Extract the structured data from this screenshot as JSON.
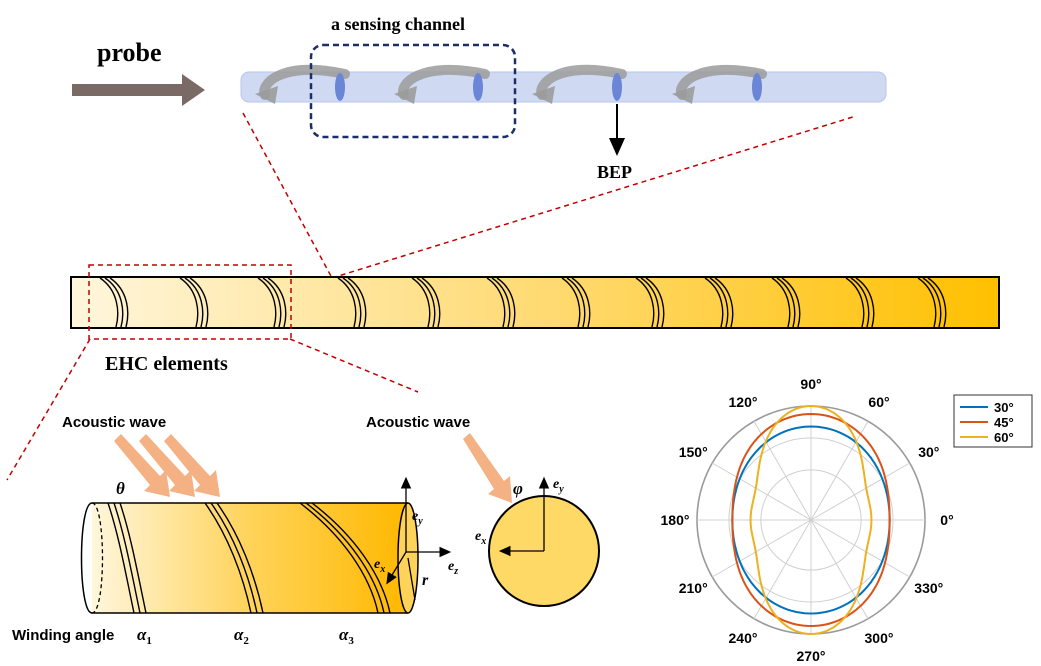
{
  "labels": {
    "probe": "probe",
    "sensing_channel": "a sensing channel",
    "bep": "BEP",
    "ehc_elements": "EHC elements",
    "acoustic_wave_left": "Acoustic wave",
    "acoustic_wave_right": "Acoustic wave",
    "theta": "θ",
    "phi": "φ",
    "winding_angle": "Winding angle",
    "alpha1": "α",
    "alpha1_sub": "1",
    "alpha2": "α",
    "alpha2_sub": "2",
    "alpha3": "α",
    "alpha3_sub": "3",
    "r": "r",
    "ey": "e",
    "ey_sub": "y",
    "ex": "e",
    "ex_sub": "x",
    "ez": "e",
    "ez_sub": "z",
    "ey2": "e",
    "ey2_sub": "y",
    "ex2": "e",
    "ex2_sub": "x"
  },
  "colors": {
    "probe_arrow": "#7a6a66",
    "fiber": "#cfd9f2",
    "bep": "#6b86d6",
    "channel_box": "#1b2f66",
    "red_dashed": "#c00000",
    "ehc_dark": "#ffc000",
    "ehc_light": "#fff4d6",
    "wave_arrow": "#f4b183",
    "circle_fill": "#ffd966"
  },
  "chart_data": {
    "type": "polar",
    "angle_ticks": [
      "0°",
      "30°",
      "60°",
      "90°",
      "120°",
      "150°",
      "180°",
      "210°",
      "240°",
      "270°",
      "300°",
      "330°"
    ],
    "legend_position": "top-right",
    "grid": true,
    "series": [
      {
        "name": "30°",
        "color": "#0072bd",
        "r_at_0": 0.69,
        "r_at_90": 0.82,
        "shape_power": 0
      },
      {
        "name": "45°",
        "color": "#d95319",
        "r_at_0": 0.69,
        "r_at_90": 0.93,
        "shape_power": 2
      },
      {
        "name": "60°",
        "color": "#edb120",
        "r_at_0": 0.53,
        "r_at_90": 1.0,
        "shape_power": 4
      }
    ]
  }
}
